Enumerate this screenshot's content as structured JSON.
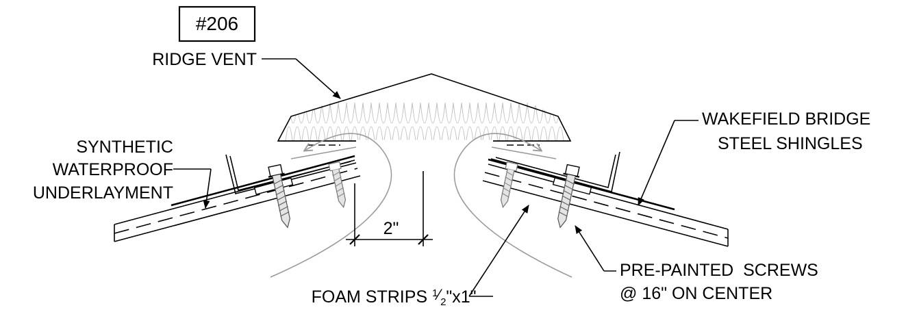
{
  "detail": {
    "number": "#206"
  },
  "labels": {
    "ridge_vent": "RIDGE VENT",
    "underlayment_line1": "SYNTHETIC",
    "underlayment_line2": "WATERPROOF",
    "underlayment_line3": "UNDERLAYMENT",
    "shingles_line1": "WAKEFIELD BRIDGE",
    "shingles_line2": "STEEL SHINGLES",
    "screws_line1": "PRE-PAINTED  SCREWS",
    "screws_line2": "@ 16\" ON CENTER",
    "foam_strips_prefix": "FOAM STRIPS ",
    "foam_strips_fraction_num": "1",
    "foam_strips_fraction_den": "2",
    "foam_strips_suffix": "\"x1\""
  },
  "dimension": {
    "gap_label": "2\""
  },
  "colors": {
    "line": "#000000",
    "airflow": "#9a9a9a",
    "insulation": "#bdbdbd",
    "background": "#ffffff"
  },
  "icons": [
    "detail-tag",
    "arrowhead",
    "screw",
    "airflow-arrow",
    "insulation-hatch"
  ]
}
